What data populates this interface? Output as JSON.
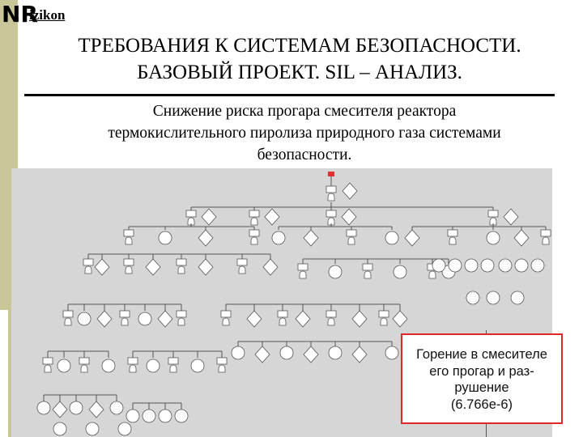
{
  "logo": {
    "mark": "NR",
    "text": "izikon"
  },
  "title": {
    "line1": "ТРЕБОВАНИЯ К СИСТЕМАМ БЕЗОПАСНОСТИ.",
    "line2": "БАЗОВЫЙ ПРОЕКТ. SIL – АНАЛИЗ."
  },
  "subtitle": {
    "line1": "Снижение риска прогара смесителя реактора",
    "line2": "термокислительного пиролиза  природного газа системами",
    "line3": "безопасности."
  },
  "callout": {
    "text": "Горение в смесителе\nего прогар и раз-\nрушение\n(6.766e-6)",
    "border_color": "#e02828"
  },
  "colors": {
    "side_bar": "#c9c79a",
    "tree_background": "#d6d6d6"
  }
}
